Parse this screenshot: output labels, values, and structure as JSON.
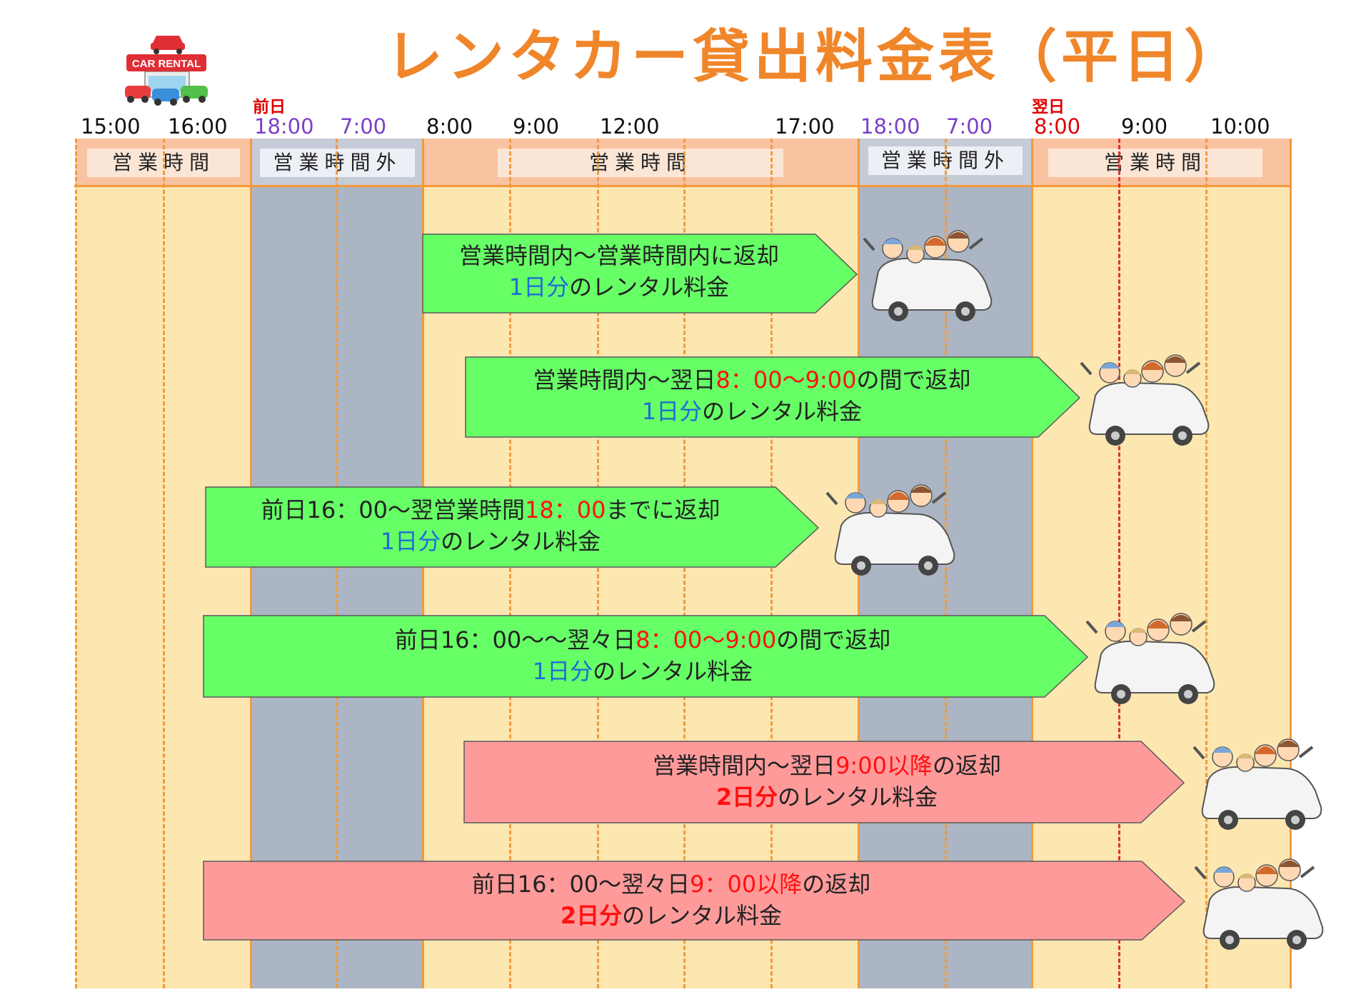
{
  "title": "レンタカー貸出料金表（平日）",
  "logo": {
    "sign_text": "CAR RENTAL"
  },
  "day_tags": {
    "previous_day": "前日",
    "next_day": "翌日"
  },
  "time_labels": [
    "15:00",
    "16:00",
    "18:00",
    "7:00",
    "8:00",
    "9:00",
    "12:00",
    "17:00",
    "18:00",
    "7:00",
    "8:00",
    "9:00",
    "10:00"
  ],
  "bands": {
    "open": "営業時間",
    "closed": "営業時間外"
  },
  "arrows": [
    {
      "line1": [
        "営業時間内〜営業時間内に返却"
      ],
      "line2": [
        "1日分",
        "のレンタル料金"
      ],
      "type": "1day"
    },
    {
      "line1": [
        "営業時間内〜翌日",
        "8：00〜9:00",
        "の間で返却"
      ],
      "line2": [
        "1日分",
        "のレンタル料金"
      ],
      "type": "1day"
    },
    {
      "line1": [
        "前日16：00〜翌営業時間",
        "18：00",
        "までに返却"
      ],
      "line2": [
        "1日分",
        "のレンタル料金"
      ],
      "type": "1day"
    },
    {
      "line1": [
        "前日16：00〜〜翌々日",
        "8：00〜9:00",
        "の間で返却"
      ],
      "line2": [
        "1日分",
        "のレンタル料金"
      ],
      "type": "1day"
    },
    {
      "line1": [
        "営業時間内〜翌日",
        "9:00以降",
        "の返却"
      ],
      "line2": [
        "2日分",
        "のレンタル料金"
      ],
      "type": "2day"
    },
    {
      "line1": [
        "前日16：00〜翌々日",
        "9：00以降",
        "の返却"
      ],
      "line2": [
        "2日分",
        "のレンタル料金"
      ],
      "type": "2day"
    }
  ],
  "colors": {
    "title": "#f0862a",
    "open_column": "#fde7b1",
    "closed_column": "#acb5c3",
    "one_day_arrow": "#66ff66",
    "two_day_arrow": "#ff9a9a",
    "highlight": "#ff1010",
    "day_unit": "#1e6cd6",
    "evening_times": "#7b3fc8"
  }
}
